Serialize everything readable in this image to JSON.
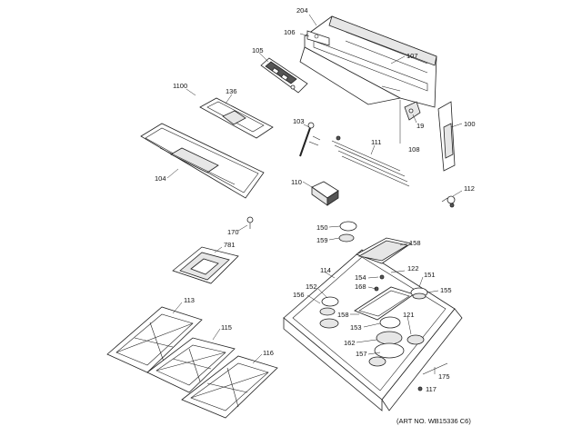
{
  "diagram": {
    "art_number": "(ART NO. WB15336 C6)",
    "labels": [
      {
        "id": "204",
        "text": "204"
      },
      {
        "id": "106",
        "text": "106"
      },
      {
        "id": "107",
        "text": "107"
      },
      {
        "id": "105",
        "text": "105"
      },
      {
        "id": "1100",
        "text": "1100"
      },
      {
        "id": "136",
        "text": "136"
      },
      {
        "id": "19",
        "text": "19"
      },
      {
        "id": "100",
        "text": "100"
      },
      {
        "id": "103",
        "text": "103"
      },
      {
        "id": "104",
        "text": "104"
      },
      {
        "id": "111",
        "text": "111"
      },
      {
        "id": "108",
        "text": "108"
      },
      {
        "id": "110",
        "text": "110"
      },
      {
        "id": "112",
        "text": "112"
      },
      {
        "id": "170",
        "text": "170"
      },
      {
        "id": "781",
        "text": "781"
      },
      {
        "id": "150",
        "text": "150"
      },
      {
        "id": "159",
        "text": "159"
      },
      {
        "id": "158a",
        "text": "158"
      },
      {
        "id": "114",
        "text": "114"
      },
      {
        "id": "122",
        "text": "122"
      },
      {
        "id": "154",
        "text": "154"
      },
      {
        "id": "151",
        "text": "151"
      },
      {
        "id": "168",
        "text": "168"
      },
      {
        "id": "155",
        "text": "155"
      },
      {
        "id": "152",
        "text": "152"
      },
      {
        "id": "156",
        "text": "156"
      },
      {
        "id": "113",
        "text": "113"
      },
      {
        "id": "158b",
        "text": "158"
      },
      {
        "id": "121",
        "text": "121"
      },
      {
        "id": "153",
        "text": "153"
      },
      {
        "id": "115",
        "text": "115"
      },
      {
        "id": "162",
        "text": "162"
      },
      {
        "id": "157",
        "text": "157"
      },
      {
        "id": "116",
        "text": "116"
      },
      {
        "id": "175",
        "text": "175"
      },
      {
        "id": "117",
        "text": "117"
      }
    ]
  }
}
